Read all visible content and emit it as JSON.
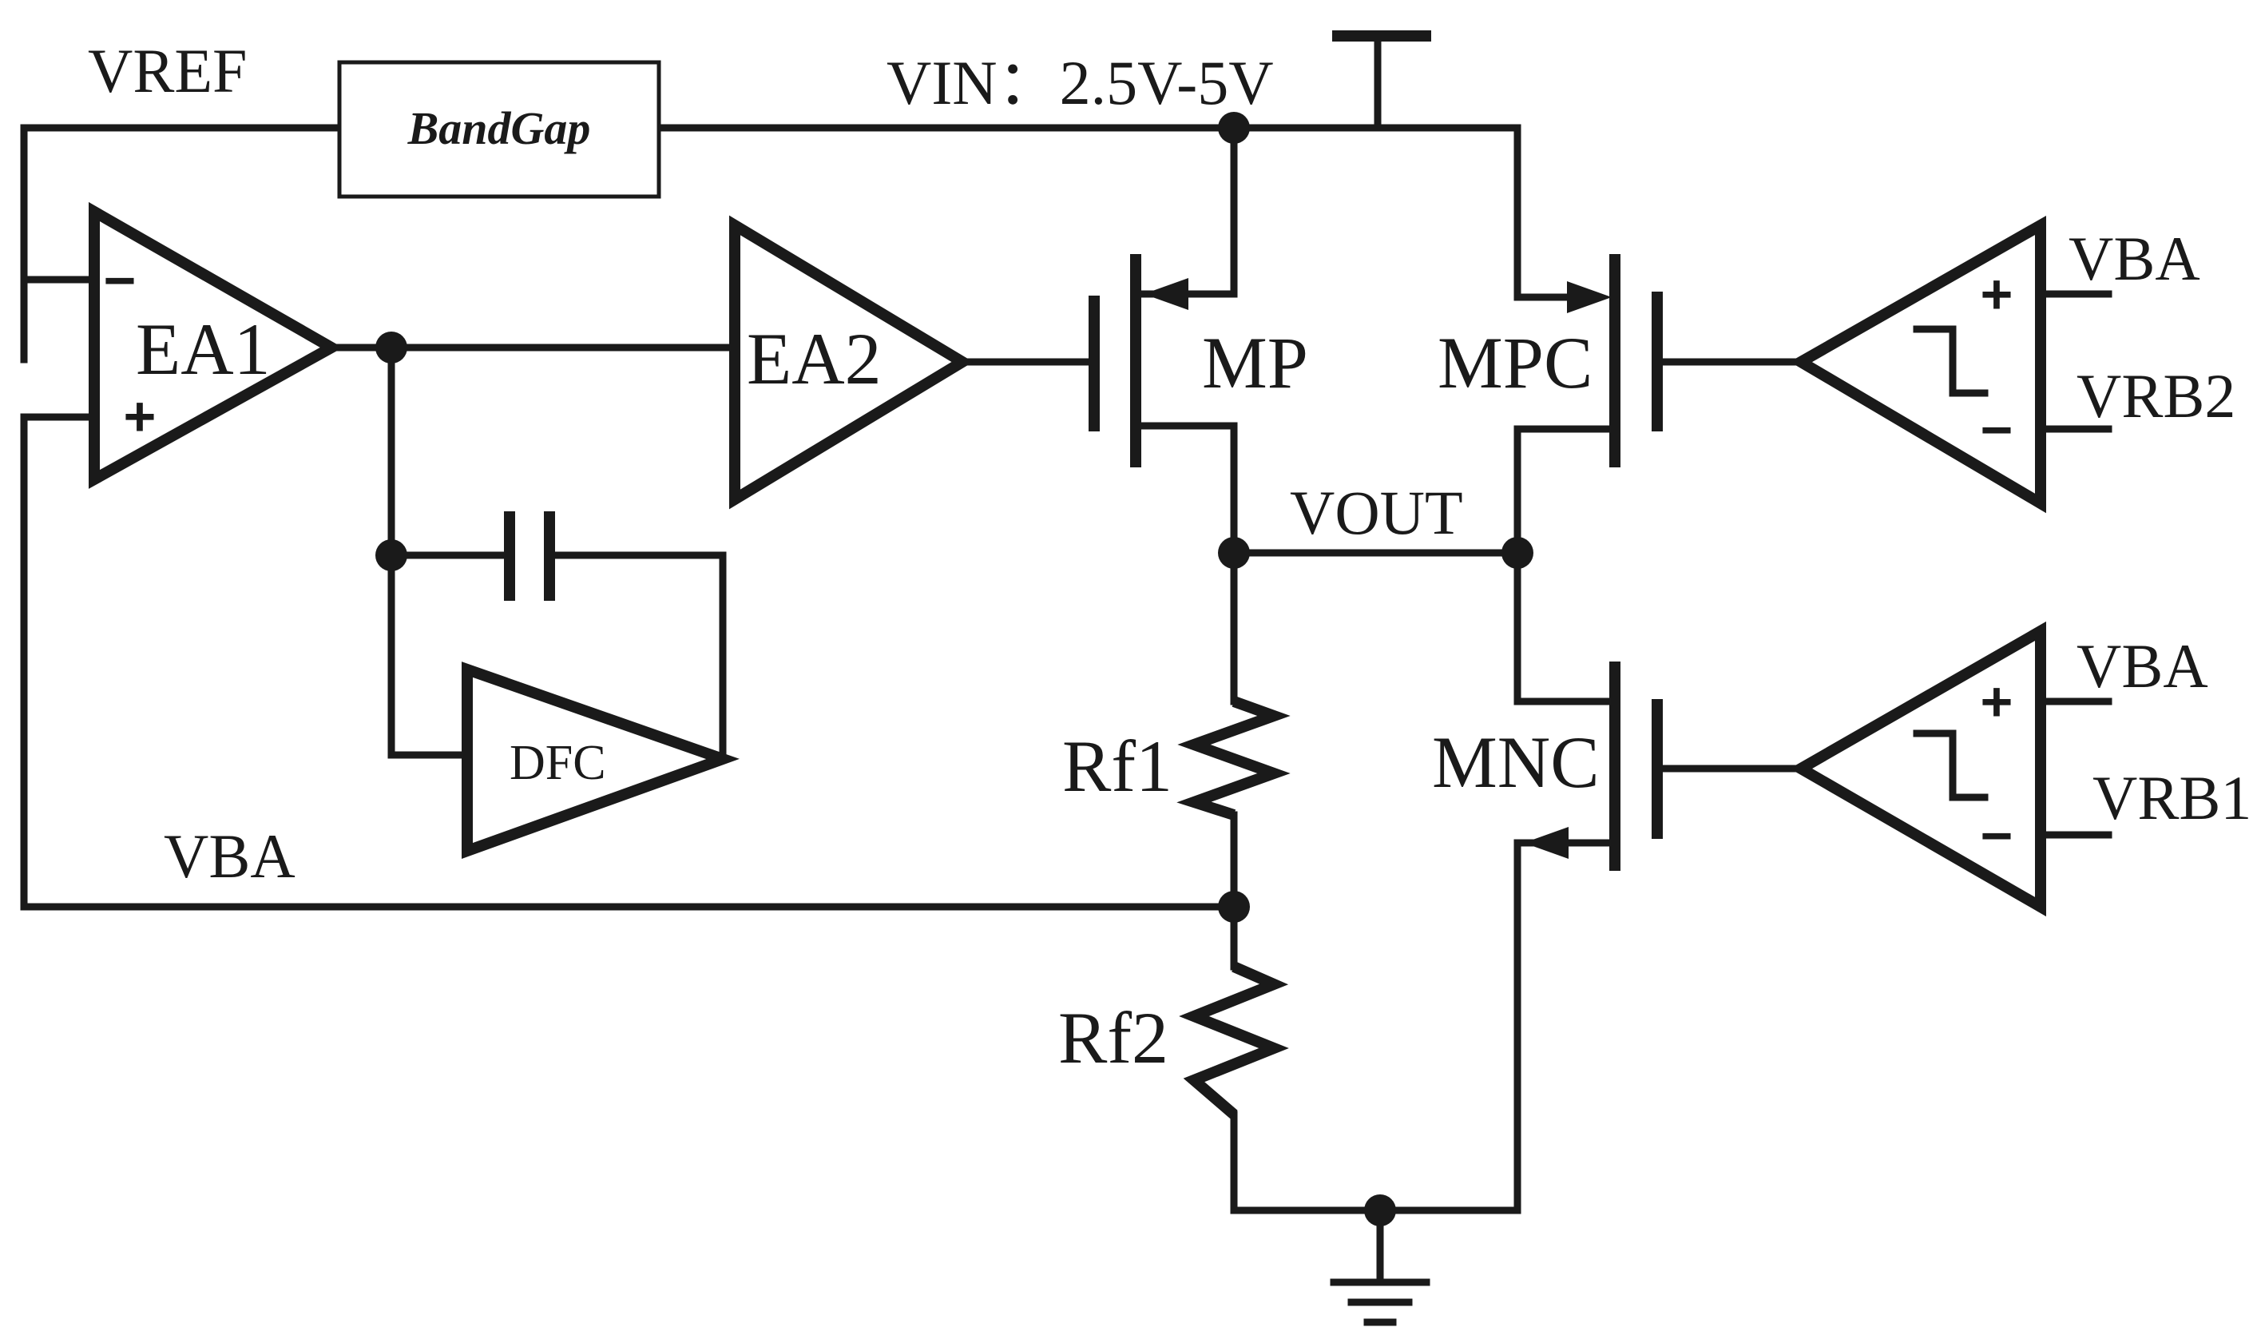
{
  "labels": {
    "vref": "VREF",
    "vin": "VIN：2.5V-5V",
    "bandgap": "BandGap",
    "ea1": "EA1",
    "ea2": "EA2",
    "dfc": "DFC",
    "mp": "MP",
    "mpc": "MPC",
    "mnc": "MNC",
    "vout": "VOUT",
    "rf1": "Rf1",
    "rf2": "Rf2",
    "vba_left": "VBA",
    "vba_top": "VBA",
    "vrb2": "VRB2",
    "vba_bottom": "VBA",
    "vrb1": "VRB1"
  },
  "signs": {
    "minus": "−",
    "plus": "+"
  },
  "colors": {
    "ink": "#1a1a1a",
    "background": "#ffffff"
  }
}
